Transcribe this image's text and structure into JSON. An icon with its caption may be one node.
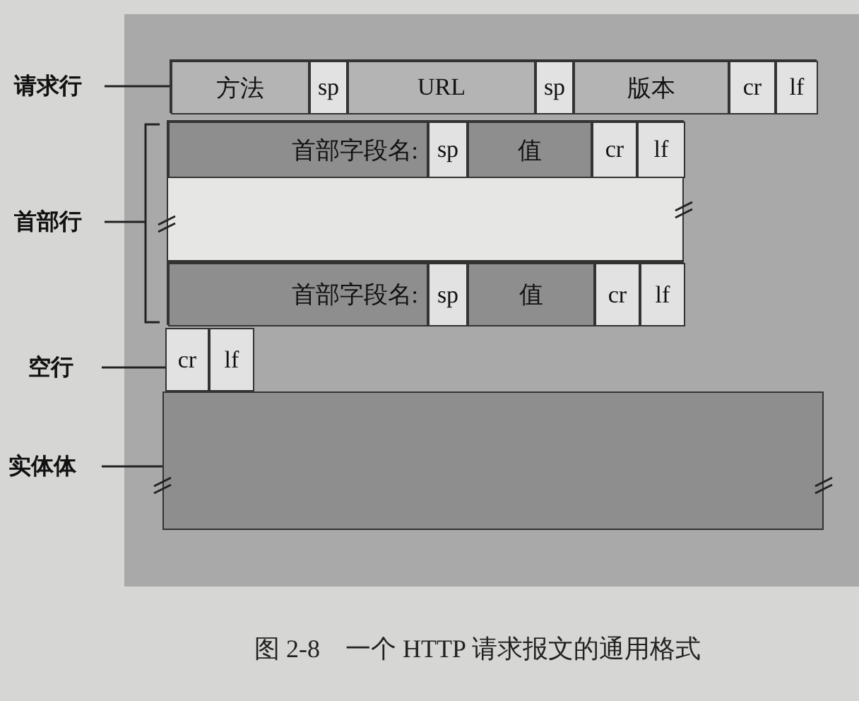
{
  "diagram": {
    "caption": "图 2-8　一个 HTTP 请求报文的通用格式",
    "nodes": [
      {
        "text": [
          "请求行"
        ]
      },
      {
        "text": [],
        "shape": "bar"
      },
      {
        "text": [
          "方法"
        ],
        "in": 1
      },
      {
        "text": [
          "sp"
        ],
        "in": 1
      },
      {
        "text": [
          "URL"
        ],
        "in": 1
      },
      {
        "text": [
          "sp"
        ],
        "in": 1
      },
      {
        "text": [
          "版本"
        ],
        "in": 1
      },
      {
        "text": [
          "cr"
        ],
        "in": 1
      },
      {
        "text": [
          "lf"
        ],
        "in": 1
      },
      {
        "text": [
          "首部行"
        ]
      },
      {
        "text": [],
        "shape": "bar"
      },
      {
        "text": [
          "首部字段名:"
        ],
        "in": 10
      },
      {
        "text": [
          "sp"
        ],
        "in": 10
      },
      {
        "text": [
          "值"
        ],
        "in": 10
      },
      {
        "text": [
          "cr"
        ],
        "in": 10
      },
      {
        "text": [
          "lf"
        ],
        "in": 10
      },
      {
        "text": [],
        "shape": "bar"
      },
      {
        "text": [],
        "shape": "bar"
      },
      {
        "text": [
          "首部字段名:"
        ],
        "in": 17
      },
      {
        "text": [
          "sp"
        ],
        "in": 17
      },
      {
        "text": [
          "值"
        ],
        "in": 17
      },
      {
        "text": [
          "cr"
        ],
        "in": 17
      },
      {
        "text": [
          "lf"
        ],
        "in": 17
      },
      {
        "text": [
          "空行"
        ]
      },
      {
        "text": [],
        "shape": "bar"
      },
      {
        "text": [
          "cr"
        ],
        "in": 24
      },
      {
        "text": [
          "lf"
        ],
        "in": 24
      },
      {
        "text": [
          "实体体"
        ]
      },
      {
        "text": [],
        "shape": "box"
      },
      {
        "text": [],
        "shape": "bracket"
      }
    ],
    "edges": [
      {
        "from": 0,
        "to": 1,
        "arrow": "none"
      },
      {
        "from": 9,
        "to": 29,
        "arrow": "none"
      },
      {
        "from": 23,
        "to": 24,
        "arrow": "none"
      },
      {
        "from": 27,
        "to": 28,
        "arrow": "none"
      }
    ]
  }
}
